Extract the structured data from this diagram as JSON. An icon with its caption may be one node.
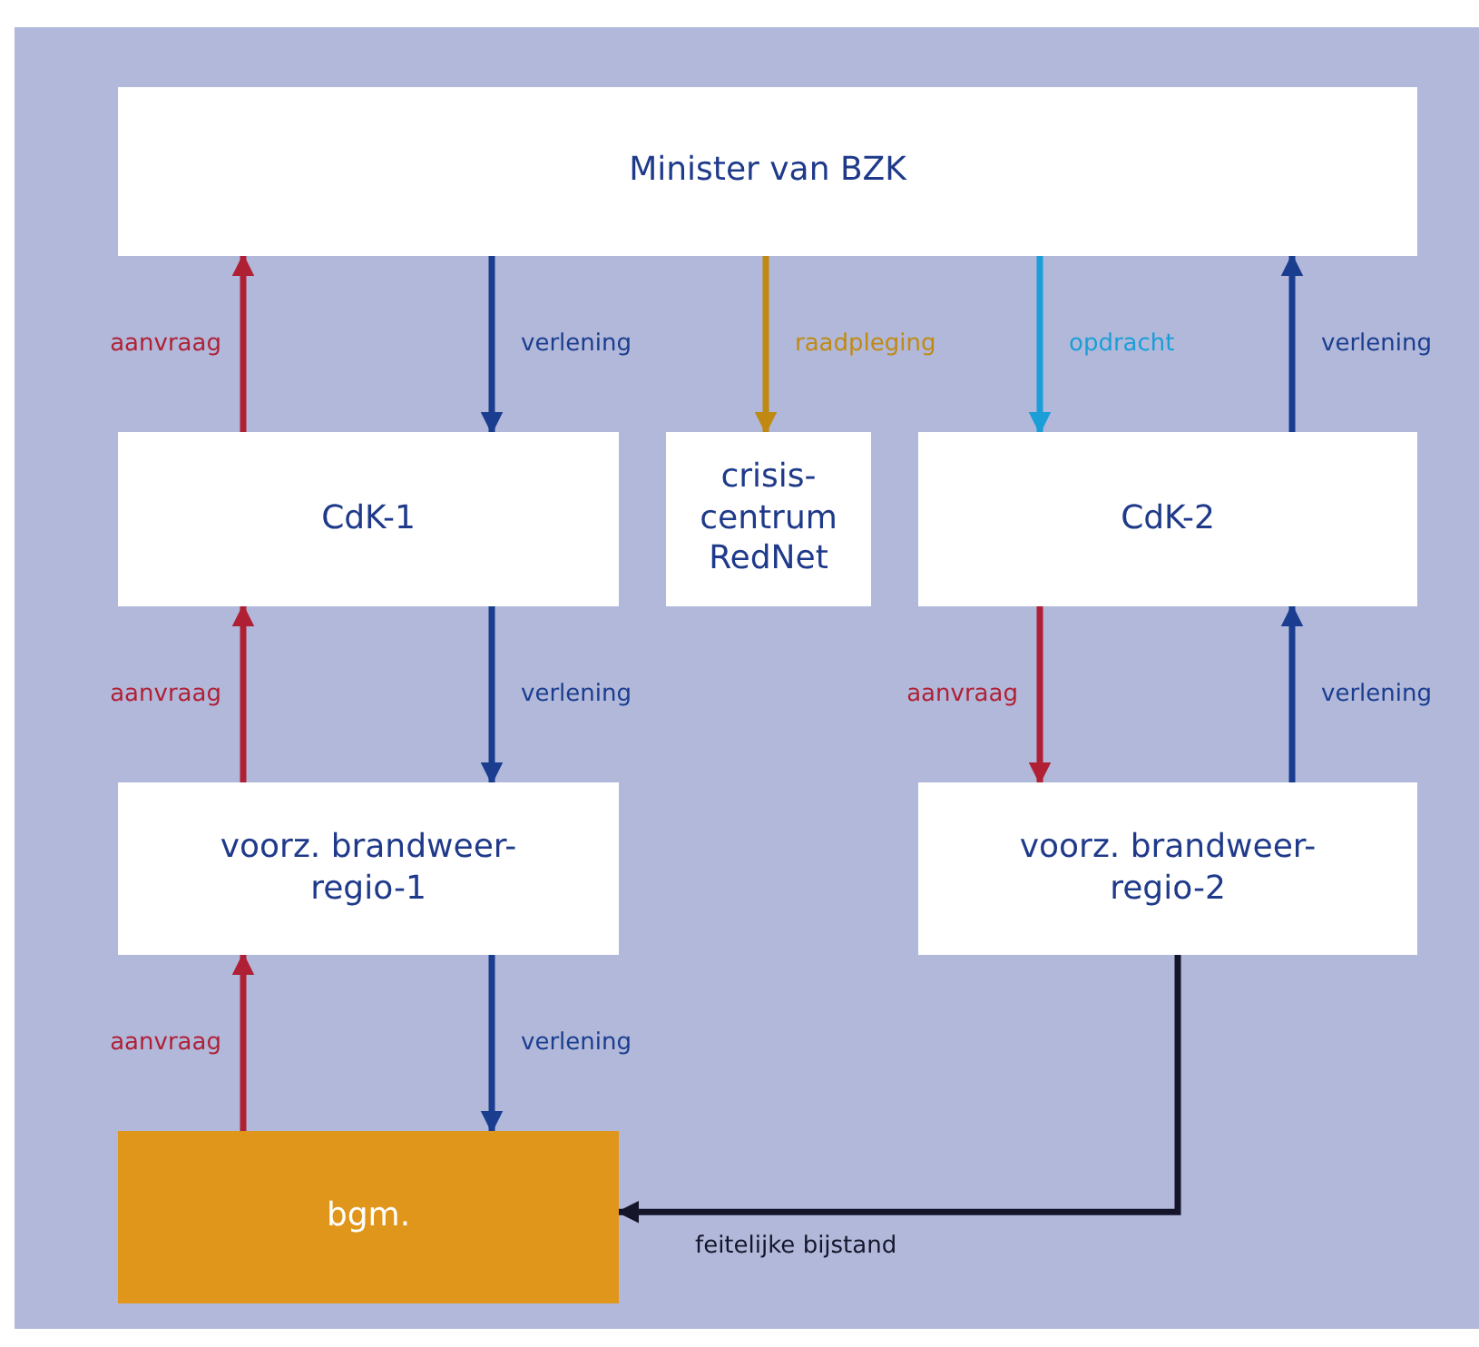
{
  "diagram": {
    "nodes": [
      {
        "text": [
          "Minister van BZK"
        ]
      },
      {
        "text": [
          "CdK-1"
        ]
      },
      {
        "text": [
          "crisis-centrum RedNet"
        ]
      },
      {
        "text": [
          "CdK-2"
        ]
      },
      {
        "text": [
          "voorz. brandweer-regio-1"
        ]
      },
      {
        "text": [
          "voorz. brandweer-regio-2"
        ]
      },
      {
        "text": [
          "bgm."
        ]
      }
    ],
    "edges": [
      {
        "from": 1,
        "to": 0,
        "arrow": "to",
        "label": "aanvraag",
        "color": "#b02035"
      },
      {
        "from": 0,
        "to": 1,
        "arrow": "to",
        "label": "verlening"
      },
      {
        "from": 0,
        "to": 2,
        "arrow": "to",
        "label": "raadpleging",
        "color": "#c08a12"
      },
      {
        "from": 0,
        "to": 3,
        "arrow": "to",
        "label": "opdracht",
        "color": "#1a9ed8"
      },
      {
        "from": 3,
        "to": 0,
        "arrow": "to",
        "label": "verlening"
      },
      {
        "from": 4,
        "to": 1,
        "arrow": "to",
        "label": "aanvraag",
        "color": "#b02035"
      },
      {
        "from": 1,
        "to": 4,
        "arrow": "to",
        "label": "verlening"
      },
      {
        "from": 3,
        "to": 5,
        "arrow": "to",
        "label": "aanvraag",
        "color": "#b02035"
      },
      {
        "from": 5,
        "to": 3,
        "arrow": "to",
        "label": "verlening"
      },
      {
        "from": 6,
        "to": 4,
        "arrow": "to",
        "label": "aanvraag",
        "color": "#b02035"
      },
      {
        "from": 4,
        "to": 6,
        "arrow": "to",
        "label": "verlening"
      },
      {
        "from": 5,
        "to": 6,
        "arrow": "to",
        "label": "feitelijke bijstand",
        "color": "#15152a"
      }
    ]
  }
}
